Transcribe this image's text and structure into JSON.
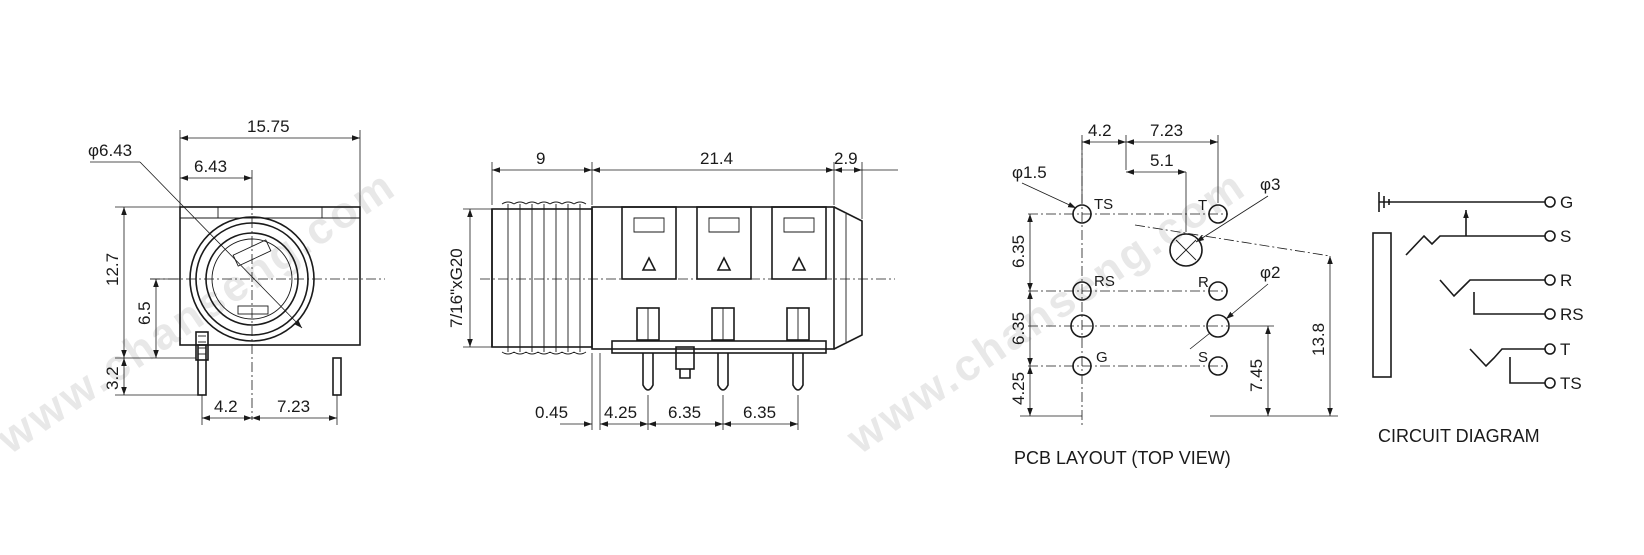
{
  "watermark": "www.chanseng.com",
  "front_view": {
    "width_overall": "15.75",
    "hole_diameter_label": "φ6.43",
    "hole_offset": "6.43",
    "height_overall": "12.7",
    "center_height": "6.5",
    "pin_length": "3.2",
    "pin_spacing_1": "4.2",
    "pin_spacing_2": "7.23"
  },
  "side_view": {
    "thread_length": "9",
    "body_length": "21.4",
    "flange": "2.9",
    "thread_spec": "7/16\"xG20",
    "offset": "0.45",
    "pin_pitch_1": "4.25",
    "pin_pitch_2": "6.35",
    "pin_pitch_3": "6.35"
  },
  "pcb_layout": {
    "caption": "PCB LAYOUT (TOP VIEW)",
    "top_dim_1": "4.2",
    "top_dim_2": "7.23",
    "top_dim_3": "5.1",
    "small_hole": "φ1.5",
    "large_hole": "φ3",
    "mid_hole": "φ2",
    "left_dim_1": "6.35",
    "left_dim_2": "6.35",
    "left_dim_3": "4.25",
    "right_dim_1": "7.45",
    "right_dim_2": "13.8",
    "pads": {
      "ts": "TS",
      "t": "T",
      "rs": "RS",
      "r": "R",
      "g": "G",
      "s": "S"
    }
  },
  "circuit": {
    "caption": "CIRCUIT DIAGRAM",
    "terminals": [
      "G",
      "S",
      "R",
      "RS",
      "T",
      "TS"
    ]
  }
}
